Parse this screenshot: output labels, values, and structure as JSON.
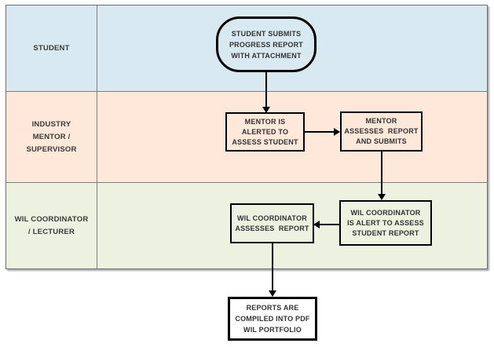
{
  "diagram": {
    "type": "swimlane-flowchart",
    "colors": {
      "lane_student_bg": "#d9e9f1",
      "lane_mentor_bg": "#fde8da",
      "lane_coordinator_bg": "#ecf1e0",
      "lane_border": "#7f7f7f",
      "shape_border": "#000000",
      "reports_box_bg": "#ffffff",
      "text": "#333333"
    },
    "lanes": [
      {
        "id": "student",
        "label": "STUDENT"
      },
      {
        "id": "industry-mentor",
        "label": "INDUSTRY\nMENTOR /\nSUPERVISOR"
      },
      {
        "id": "wil-coordinator",
        "label": "WIL COORDINATOR\n/ LECTURER"
      }
    ],
    "nodes": {
      "student_submits": {
        "shape": "stadium",
        "lane": "student",
        "label": "STUDENT SUBMITS\nPROGRESS REPORT\nWITH ATTACHMENT"
      },
      "mentor_alerted": {
        "shape": "rect",
        "lane": "industry-mentor",
        "label": "MENTOR IS\nALERTED TO\nASSESS STUDENT"
      },
      "mentor_assesses": {
        "shape": "rect",
        "lane": "industry-mentor",
        "label": "MENTOR\nASSESSES  REPORT\nAND SUBMITS"
      },
      "coordinator_alert": {
        "shape": "rect",
        "lane": "wil-coordinator",
        "label": "WIL COORDINATOR\nIS ALERT TO ASSESS\nSTUDENT REPORT"
      },
      "coordinator_assesses": {
        "shape": "rect",
        "lane": "wil-coordinator",
        "label": "WIL COORDINATOR\nASSESSES  REPORT"
      },
      "reports_compiled": {
        "shape": "rect",
        "lane": "none",
        "label": "REPORTS ARE\nCOMPILED INTO PDF\nWIL PORTFOLIO"
      }
    },
    "edges": [
      {
        "from": "student_submits",
        "to": "mentor_alerted",
        "direction": "down"
      },
      {
        "from": "mentor_alerted",
        "to": "mentor_assesses",
        "direction": "right"
      },
      {
        "from": "mentor_assesses",
        "to": "coordinator_alert",
        "direction": "down"
      },
      {
        "from": "coordinator_alert",
        "to": "coordinator_assesses",
        "direction": "left"
      },
      {
        "from": "coordinator_assesses",
        "to": "reports_compiled",
        "direction": "down"
      }
    ]
  }
}
